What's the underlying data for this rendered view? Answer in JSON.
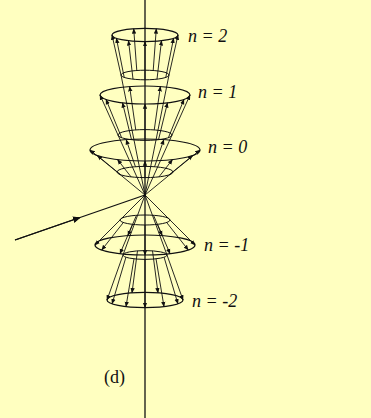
{
  "diagram": {
    "labels": [
      "n = 2",
      "n = 1",
      "n = 0",
      "n = -1",
      "n = -2",
      "(d)"
    ]
  }
}
